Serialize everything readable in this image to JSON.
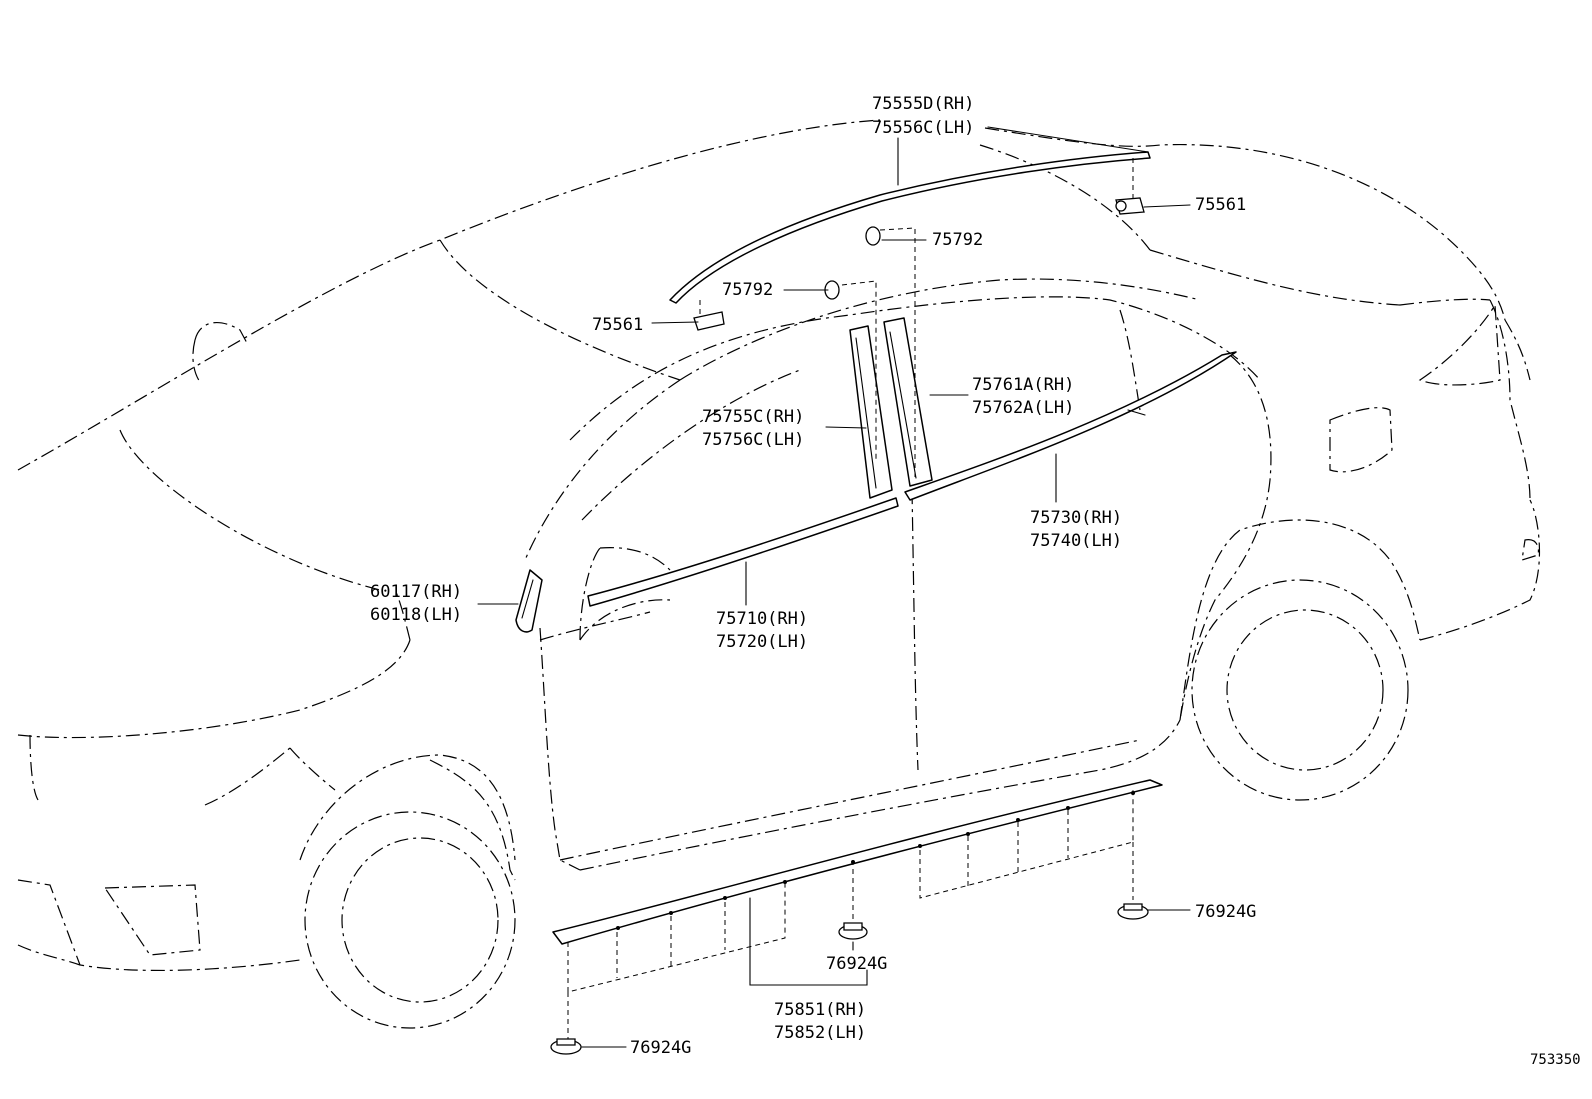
{
  "labels": {
    "roof_molding_rh": "75555D(RH)",
    "roof_molding_lh": "75556C(LH)",
    "roof_clip_rear": "75561",
    "roof_clip_front": "75561",
    "bpillar_clip_upper": "75792",
    "bpillar_clip_lower": "75792",
    "front_pillar_garnish_rh": "75755C(RH)",
    "front_pillar_garnish_lh": "75756C(LH)",
    "rear_pillar_garnish_rh": "75761A(RH)",
    "rear_pillar_garnish_lh": "75762A(LH)",
    "rear_belt_molding_rh": "75730(RH)",
    "rear_belt_molding_lh": "75740(LH)",
    "front_belt_molding_rh": "75710(RH)",
    "front_belt_molding_lh": "75720(LH)",
    "corner_piece_rh": "60117(RH)",
    "corner_piece_lh": "60118(LH)",
    "rocker_molding_rh": "75851(RH)",
    "rocker_molding_lh": "75852(LH)",
    "nut_right": "76924G",
    "nut_middle": "76924G",
    "nut_left": "76924G"
  },
  "figure_number": "753350"
}
